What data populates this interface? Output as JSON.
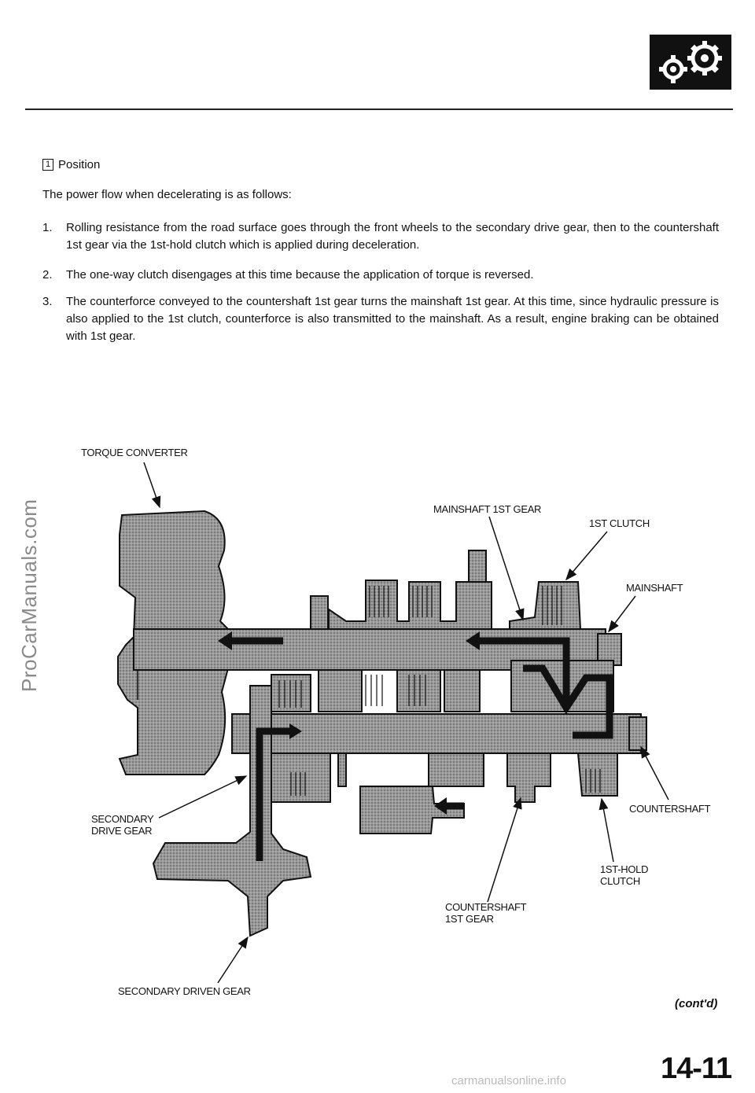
{
  "header": {
    "logo_icon": "gears-icon"
  },
  "watermark_side": "ProCarManuals.com",
  "section": {
    "step_number": "1",
    "title": "Position",
    "intro": "The power flow when decelerating is as follows:",
    "items": [
      {
        "num": "1.",
        "text": "Rolling resistance from the road surface goes through the front wheels to the secondary drive gear, then to the countershaft 1st gear via the 1st-hold clutch which is applied during deceleration."
      },
      {
        "num": "2.",
        "text": "The one-way clutch disengages at this time because the application of torque is reversed."
      },
      {
        "num": "3.",
        "text": "The counterforce conveyed to the countershaft 1st gear turns the mainshaft 1st gear. At this time, since hydraulic pressure is also applied to the 1st clutch, counterforce is also transmitted to the mainshaft. As a result, engine braking can be obtained with 1st gear."
      }
    ]
  },
  "diagram": {
    "labels": {
      "torque_converter": "TORQUE  CONVERTER",
      "mainshaft_1st_gear": "MAINSHAFT 1ST GEAR",
      "first_clutch": "1ST CLUTCH",
      "mainshaft": "MAINSHAFT",
      "secondary_drive_gear_1": "SECONDARY",
      "secondary_drive_gear_2": "DRIVE GEAR",
      "countershaft": "COUNTERSHAFT",
      "first_hold_clutch_1": "1ST-HOLD",
      "first_hold_clutch_2": "CLUTCH",
      "countershaft_1st_gear_1": "COUNTERSHAFT",
      "countershaft_1st_gear_2": "1ST  GEAR",
      "secondary_driven_gear": "SECONDARY DRIVEN GEAR"
    }
  },
  "footer": {
    "contd": "(cont'd)",
    "page_number": "14-11",
    "watermark_bottom": "carmanualsonline.info"
  }
}
